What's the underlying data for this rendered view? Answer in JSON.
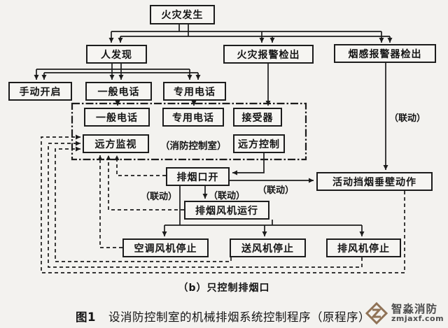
{
  "nodes": {
    "fire_occurs": "火灾发生",
    "person_discovers": "人发现",
    "fire_alarm_detected": "火灾报警检出",
    "smoke_detector_detected": "烟感报警器检出",
    "manual_open": "手动开启",
    "ordinary_phone_outer": "一般电话",
    "dedicated_phone_outer": "专用电话",
    "ordinary_phone_inner": "一般电话",
    "dedicated_phone_inner": "专用电话",
    "receiver": "接受器",
    "remote_monitor": "远方监视",
    "control_room_note": "（消防控制室）",
    "remote_control": "远方控制",
    "vent_open": "排烟口开",
    "barrier_action": "活动挡烟垂壁动作",
    "smoke_fan_run": "排烟风机运行",
    "ac_fan_stop": "空调风机停止",
    "supply_fan_stop": "送风机停止",
    "exhaust_fan_stop": "排风机停止"
  },
  "labels": {
    "linkage_labels": [
      "（联动）",
      "（联动）",
      "（联动）",
      "（联动）"
    ]
  },
  "captions": {
    "sub_caption": "（b）只控制排烟口",
    "figure_number": "图1",
    "figure_title": "设消防控制室的机械排烟系统控制程序（原程序）"
  },
  "logo": {
    "name": "智淼消防",
    "domain": "zmjaxf.com",
    "icon": "diamond-z-icon",
    "icon_color": "#8f7256"
  },
  "colors": {
    "line": "#1c1c1c",
    "background": "#f3f2ef",
    "box_fill": "#f6f5f2"
  }
}
